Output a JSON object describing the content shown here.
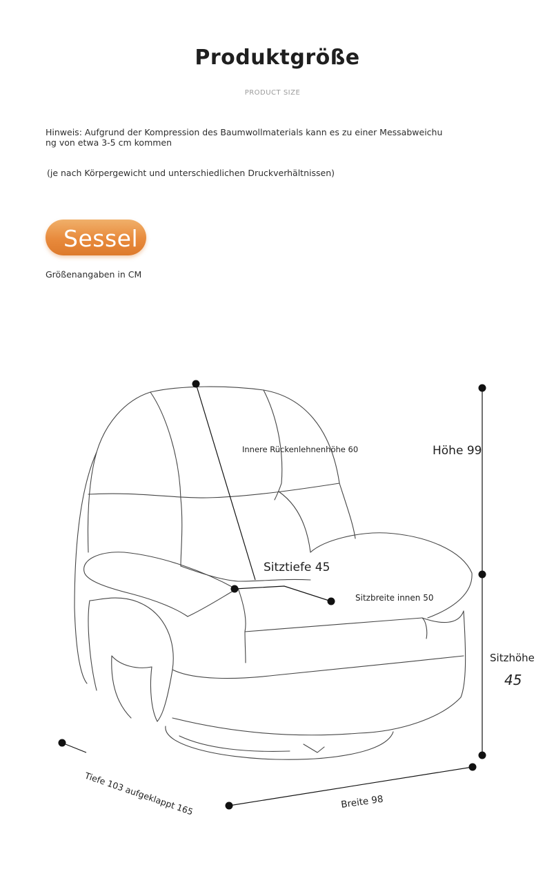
{
  "header": {
    "title": "Produktgröße",
    "subtitle": "PRODUCT SIZE"
  },
  "notes": {
    "line1": "Hinweis: Aufgrund der Kompression des Baumwollmaterials kann es zu einer Messabweichu\nng von etwa 3-5 cm kommen",
    "line2": "(je nach Körpergewicht und unterschiedlichen Druckverhältnissen)"
  },
  "badge": {
    "label": "Sessel",
    "color": "#e88a3c"
  },
  "units_label": "Größenangaben in CM",
  "dimensions": {
    "inner_back_height": "Innere Rückenlehnenhöhe 60",
    "height": "Höhe 99",
    "seat_depth": "Sitztiefe 45",
    "seat_width_inner": "Sitzbreite innen 50",
    "seat_height_label": "Sitzhöhe",
    "seat_height_value": "45",
    "depth": "Tiefe 103 aufgeklappt 165",
    "width": "Breite 98"
  }
}
